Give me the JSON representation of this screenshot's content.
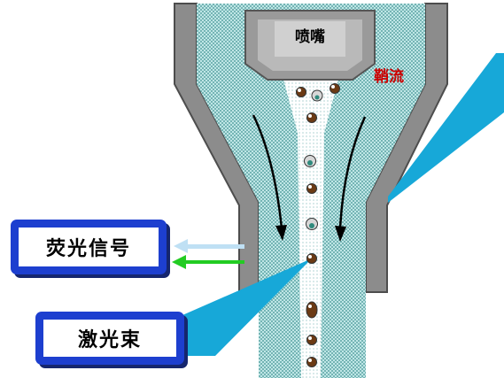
{
  "labels": {
    "nozzle": "喷嘴",
    "sheath_flow": "鞘流",
    "fluorescence_signal": "荧光信号",
    "laser_beam": "激光束"
  },
  "colors": {
    "wall": "#8a8a8a",
    "wall_dark": "#4d4d4d",
    "sheath_fill": "#9fd3d3",
    "core_stream": "#ffffff",
    "label_border": "#1d3fcf",
    "laser": "#17a8d8",
    "signal_arrow": "#22cc22",
    "signal_arrow_faint": "#bfe0f4",
    "sheath_text": "#cc0000"
  },
  "icons": [
    "cell-particle-icon",
    "flow-arrow-icon",
    "signal-arrow-icon",
    "laser-beam-icon"
  ]
}
